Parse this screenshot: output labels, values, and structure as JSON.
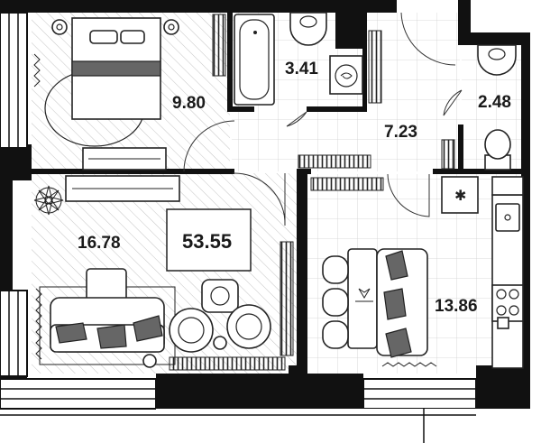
{
  "plan": {
    "total_area": "53.55",
    "rooms": [
      {
        "id": "bedroom",
        "area": "9.80"
      },
      {
        "id": "bathroom",
        "area": "3.41"
      },
      {
        "id": "toilet",
        "area": "2.48"
      },
      {
        "id": "hallway",
        "area": "7.23"
      },
      {
        "id": "living-room",
        "area": "16.78"
      },
      {
        "id": "kitchen",
        "area": "13.86"
      }
    ]
  },
  "colors": {
    "wall": "#111111",
    "floor_pattern": "#bbbbbb",
    "cushion": "#666666"
  }
}
